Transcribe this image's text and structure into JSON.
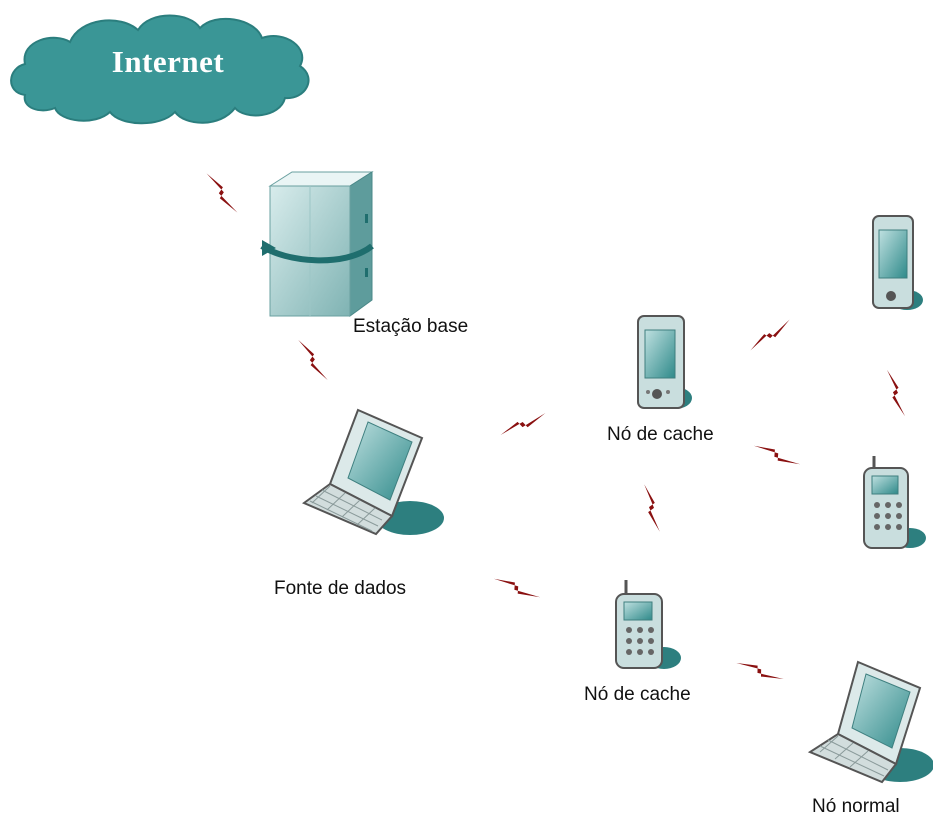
{
  "cloud": {
    "label": "Internet"
  },
  "nodes": {
    "base_station": {
      "label": "Estação base"
    },
    "data_source": {
      "label": "Fonte de dados"
    },
    "cache_pda": {
      "label": "Nó de cache"
    },
    "cache_phone": {
      "label": "Nó de cache"
    },
    "normal_laptop": {
      "label": "Nó normal"
    }
  },
  "colors": {
    "teal": "#3a9696",
    "teal_dark": "#1f6e6e",
    "link": "#8a1010"
  },
  "icons": {
    "cloud": "cloud-icon",
    "server": "server-tower-icon",
    "laptop": "laptop-icon",
    "pda": "pda-icon",
    "phone": "cell-phone-icon",
    "link": "wireless-link-icon"
  }
}
